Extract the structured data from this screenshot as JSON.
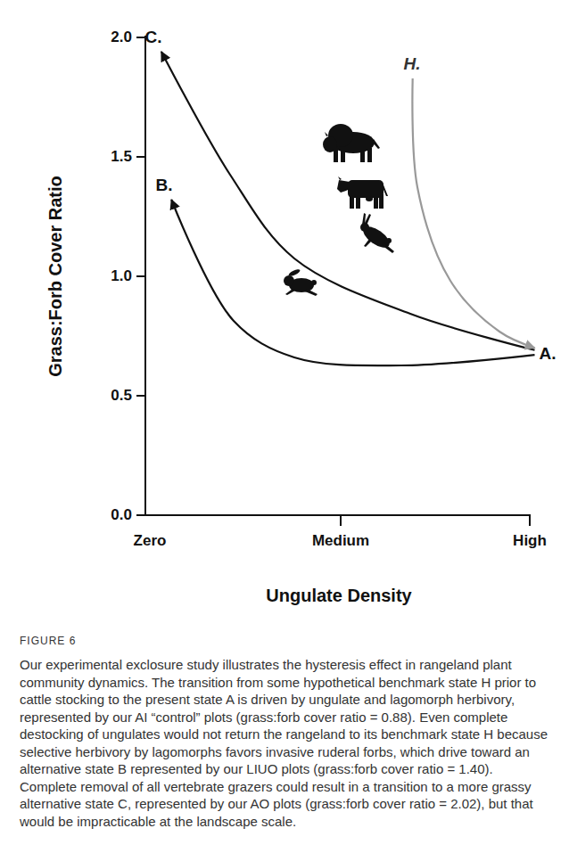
{
  "diagram": {
    "caption": "Our experimental exclosure study illustrates the hysteresis effect in rangeland plant community dynamics. The transition from some hypothetical benchmark state H prior to cattle stocking to the present state A is driven by ungulate and lagomorph herbivory, represented by our AI “control” plots (grass:forb cover ratio = 0.88). Even complete destocking of ungulates would not return the rangeland to its benchmark state H because selective herbivory by lagomorphs favors invasive ruderal forbs, which drive toward an alternative state B represented by our LIUO plots (grass:forb cover ratio = 1.40). Complete removal of all vertebrate grazers could result in a transition to a more grassy alternative state C, represented by our AO plots (grass:forb cover ratio = 2.02), but that would be impracticable at the landscape scale.",
    "nodes": [
      {
        "text": [
          "C."
        ]
      },
      {
        "text": [
          "H."
        ]
      },
      {
        "text": [
          "B."
        ]
      },
      {
        "text": [
          "A."
        ]
      }
    ],
    "edges": [
      {
        "from": 3,
        "to": 2,
        "arrow": "to"
      },
      {
        "from": 3,
        "to": 0,
        "arrow": "to"
      },
      {
        "from": 1,
        "to": 3,
        "arrow": "to"
      }
    ],
    "labels": [
      "2.0",
      "1.5",
      "1.0",
      "0.5",
      "0.0",
      "Zero",
      "Medium",
      "High",
      "Grass:Forb Cover Ratio",
      "Ungulate Density",
      "FIGURE 6"
    ]
  }
}
